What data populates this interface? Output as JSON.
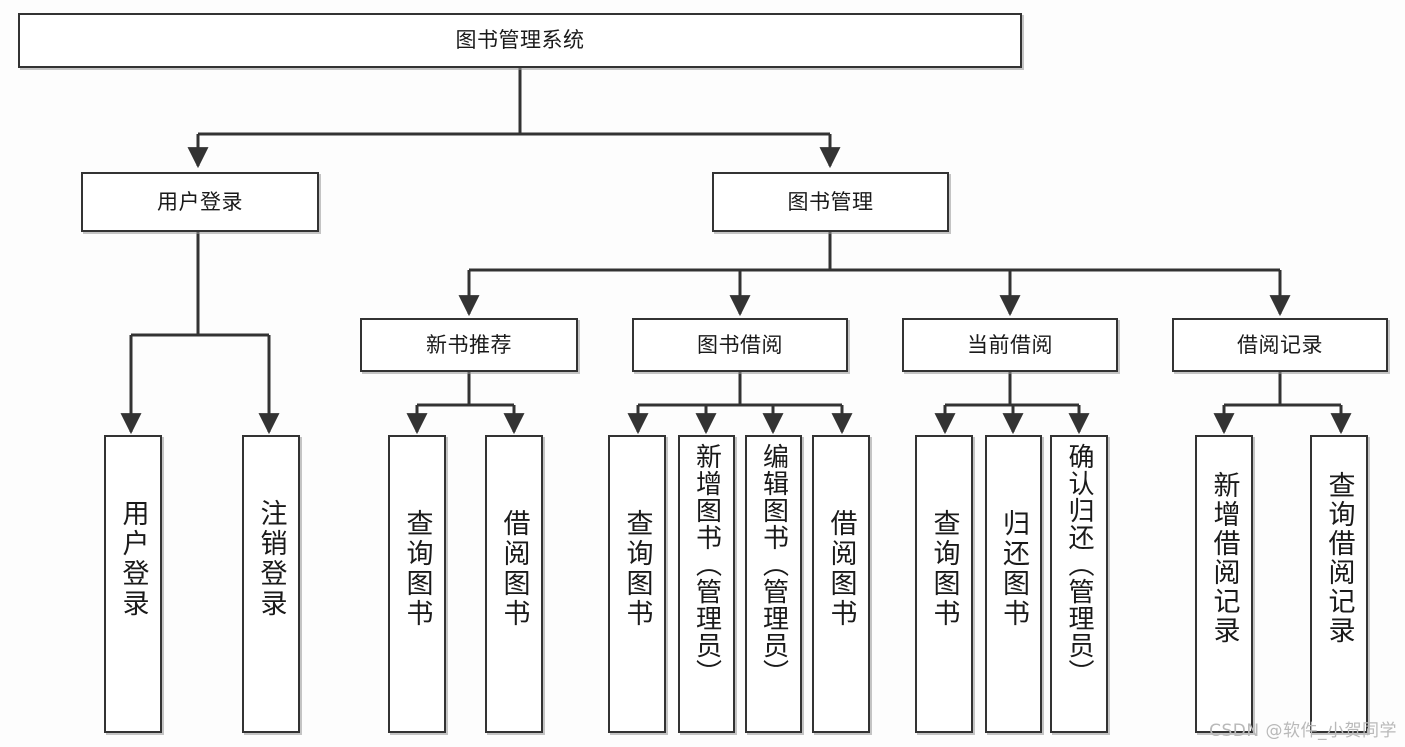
{
  "diagram": {
    "title": "图书管理系统",
    "type": "tree-hierarchy-chart",
    "watermark": "CSDN @软件_小贺同学",
    "colors": {
      "background": "#fdfdfd",
      "node_fill": "#ffffff",
      "node_border": "#333333",
      "edge": "#333333",
      "text": "#1a1a1a",
      "watermark": "#b9b9b9"
    },
    "root": {
      "label": "图书管理系统"
    },
    "level2": [
      {
        "label": "用户登录"
      },
      {
        "label": "图书管理"
      }
    ],
    "level3": [
      {
        "label": "新书推荐"
      },
      {
        "label": "图书借阅"
      },
      {
        "label": "当前借阅"
      },
      {
        "label": "借阅记录"
      }
    ],
    "leaves": {
      "user_login": [
        {
          "label": "用户登录"
        },
        {
          "label": "注销登录"
        }
      ],
      "new_book_recommend": [
        {
          "label": "查询图书"
        },
        {
          "label": "借阅图书"
        }
      ],
      "book_borrow": [
        {
          "label": "查询图书"
        },
        {
          "label": "新增图书（管理员）"
        },
        {
          "label": "编辑图书（管理员）"
        },
        {
          "label": "借阅图书"
        }
      ],
      "current_borrow": [
        {
          "label": "查询图书"
        },
        {
          "label": "归还图书"
        },
        {
          "label": "确认归还（管理员）"
        }
      ],
      "borrow_record": [
        {
          "label": "新增借阅记录"
        },
        {
          "label": "查询借阅记录"
        }
      ]
    }
  }
}
